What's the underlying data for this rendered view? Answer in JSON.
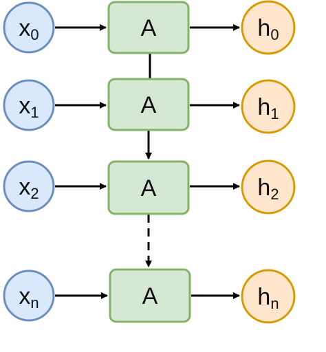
{
  "colors": {
    "input_fill": "#dae8fc",
    "input_stroke": "#6c8ebf",
    "cell_fill": "#d5e8d4",
    "cell_stroke": "#82b366",
    "output_fill": "#ffe6cc",
    "output_stroke": "#d79b00",
    "arrow": "#000000"
  },
  "rows": [
    {
      "input_main": "x",
      "input_sub": "0",
      "cell": "A",
      "output_main": "h",
      "output_sub": "0"
    },
    {
      "input_main": "x",
      "input_sub": "1",
      "cell": "A",
      "output_main": "h",
      "output_sub": "1"
    },
    {
      "input_main": "x",
      "input_sub": "2",
      "cell": "A",
      "output_main": "h",
      "output_sub": "2"
    },
    {
      "input_main": "x",
      "input_sub": "n",
      "cell": "A",
      "output_main": "h",
      "output_sub": "n"
    }
  ],
  "connections": [
    {
      "from_row": 0,
      "to_row": 1,
      "style": "solid",
      "arrowhead": false
    },
    {
      "from_row": 1,
      "to_row": 2,
      "style": "solid",
      "arrowhead": true
    },
    {
      "from_row": 2,
      "to_row": 3,
      "style": "dashed",
      "arrowhead": true
    }
  ]
}
